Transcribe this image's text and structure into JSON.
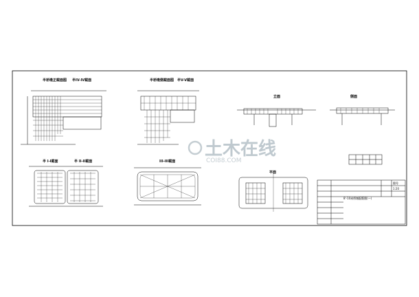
{
  "views": {
    "view1_title": "半桥墩正截面图",
    "view1_sub": "半IV-IV截面",
    "view2_title": "半桥墩侧截面图",
    "view2_sub": "半V-V截面",
    "view3_title": "立面",
    "view4_title": "侧面",
    "view5_a": "半 I-I截面",
    "view5_b": "半 II-II截面",
    "view6_title": "III-III截面",
    "view7_title": "平面"
  },
  "title_block": {
    "sheet_title": "8'-10米桥墩配筋图(一)",
    "scale": "1:20",
    "sheet_no": "图号"
  },
  "watermark": {
    "main": "土木在线",
    "sub": "COI88.COM"
  }
}
